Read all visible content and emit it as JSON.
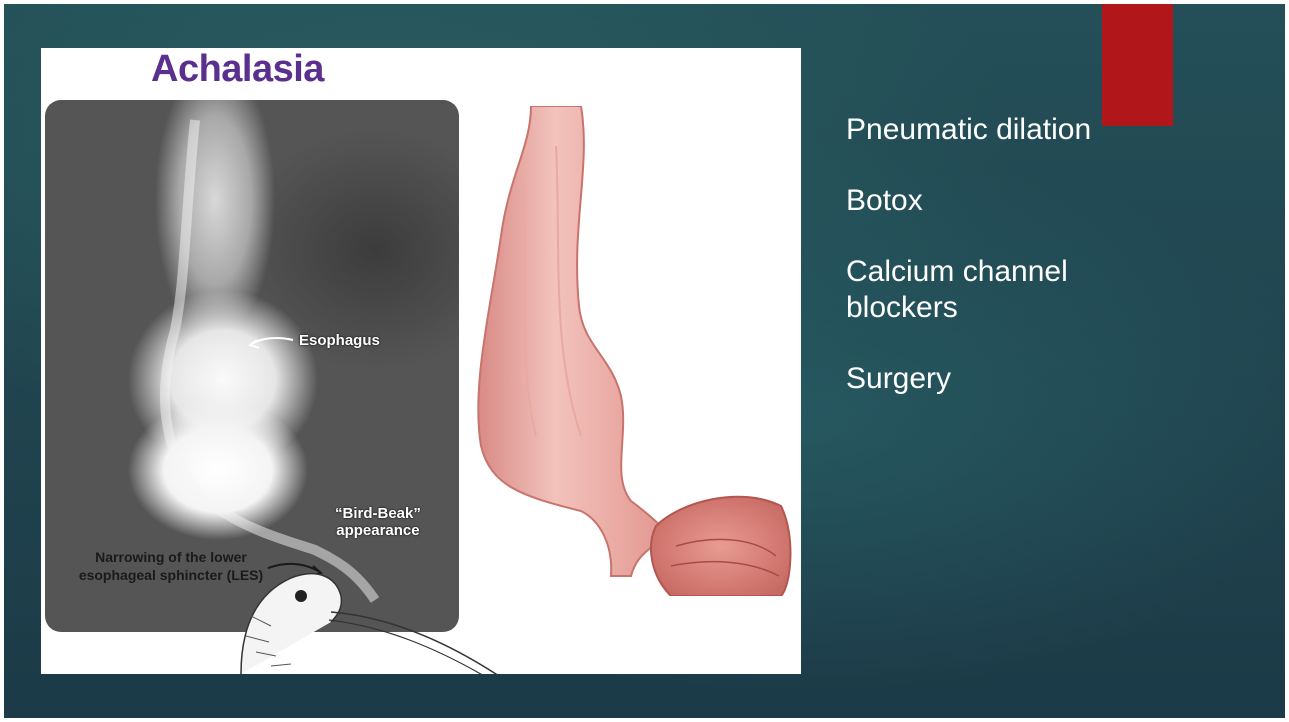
{
  "figure": {
    "title": "Achalasia",
    "labels": {
      "esophagus": "Esophagus",
      "bird_beak_1": "“Bird-Beak”",
      "bird_beak_2": "appearance",
      "narrowing_1": "Narrowing of the lower",
      "narrowing_2": "esophageal sphincter (LES)"
    }
  },
  "bullets": [
    "Pneumatic dilation",
    "Botox",
    "Calcium channel blockers",
    "Surgery"
  ],
  "colors": {
    "accent_tab": "#b0161a",
    "title_purple": "#5b2f8e",
    "background": "#22495a"
  }
}
